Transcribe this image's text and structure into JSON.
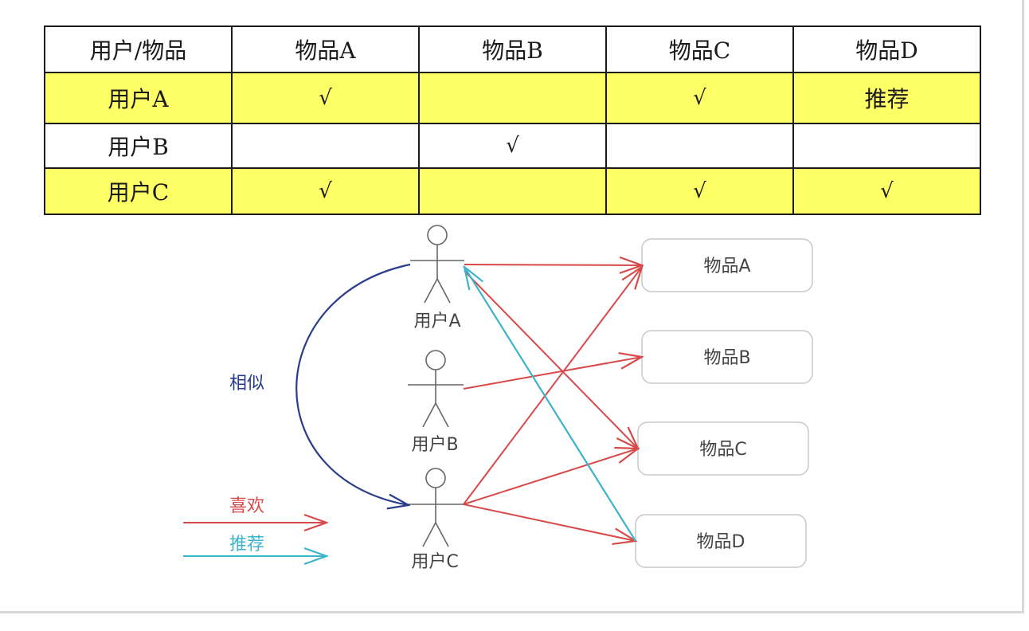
{
  "table": {
    "headers": [
      "用户/物品",
      "物品A",
      "物品B",
      "物品C",
      "物品D"
    ],
    "rows": [
      {
        "user": "用户A",
        "cells": [
          "√",
          "",
          "√",
          "推荐"
        ]
      },
      {
        "user": "用户B",
        "cells": [
          "",
          "√",
          "",
          ""
        ]
      },
      {
        "user": "用户C",
        "cells": [
          "√",
          "",
          "√",
          "√"
        ]
      }
    ]
  },
  "diagram": {
    "users": [
      "用户A",
      "用户B",
      "用户C"
    ],
    "items": [
      "物品A",
      "物品B",
      "物品C",
      "物品D"
    ],
    "similar_label": "相似",
    "legend": {
      "like": "喜欢",
      "recommend": "推荐"
    }
  },
  "colors": {
    "highlight_row": "#ffff66",
    "like_arrow": "#d8494a",
    "recommend_arrow": "#3cb4cc",
    "similar_arrow": "#2a3c8c"
  }
}
